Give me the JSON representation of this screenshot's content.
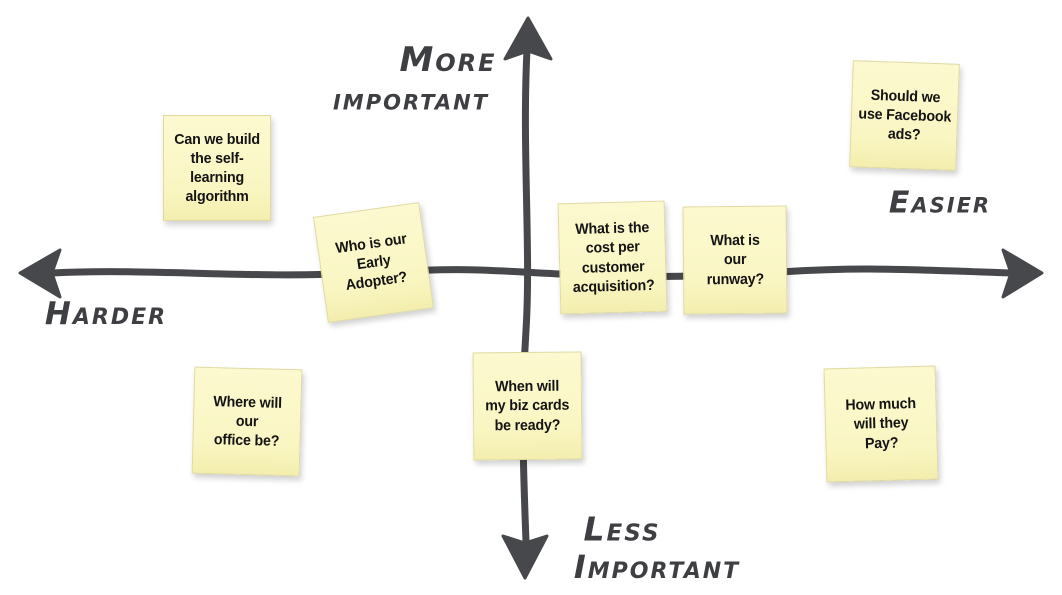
{
  "diagram": {
    "type": "prioritization-matrix",
    "background": "#ffffff"
  },
  "axis_labels": {
    "top": {
      "line1": "More",
      "line2": "important"
    },
    "bottom": {
      "line1": "Less",
      "line2": "Important"
    },
    "left": "Harder",
    "right": "Easier"
  },
  "notes": [
    {
      "id": "self-learning-algorithm",
      "quadrant": "top-left",
      "text": "Can we build\nthe self-\nlearning\nalgorithm"
    },
    {
      "id": "early-adopter",
      "quadrant": "on-axis-left",
      "text": "Who is our\nEarly\nAdopter?"
    },
    {
      "id": "cost-per-customer-acquisition",
      "quadrant": "on-axis-right",
      "text": "What is the\ncost per\ncustomer\nacquisition?"
    },
    {
      "id": "runway",
      "quadrant": "on-axis-right",
      "text": "What is\nour\nrunway?"
    },
    {
      "id": "facebook-ads",
      "quadrant": "top-right",
      "text": "Should we\nuse Facebook\nads?"
    },
    {
      "id": "office-location",
      "quadrant": "bottom-left",
      "text": "Where will\nour\noffice be?"
    },
    {
      "id": "biz-cards",
      "quadrant": "bottom-center",
      "text": "When will\nmy biz cards\nbe ready?"
    },
    {
      "id": "how-much-pay",
      "quadrant": "bottom-right",
      "text": "How much\nwill they\nPay?"
    }
  ],
  "colors": {
    "axis": "#47484b",
    "axis_label_text": "#3e3f43",
    "note_background": "#faf6c3",
    "note_border": "#e0da9e",
    "note_text": "#141414"
  }
}
